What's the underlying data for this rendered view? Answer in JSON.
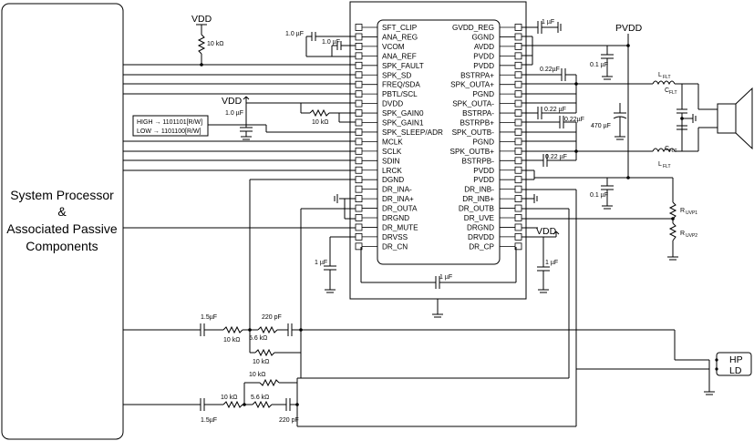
{
  "processor": {
    "line1": "System Processor",
    "line2": "&",
    "line3": "Associated Passive",
    "line4": "Components"
  },
  "chip": {
    "left_pins": [
      "SFT_CLIP",
      "ANA_REG",
      "VCOM",
      "ANA_REF",
      "SPK_FAULT",
      "SPK_SD",
      "FREQ/SDA",
      "PBTL/SCL",
      "DVDD",
      "SPK_GAIN0",
      "SPK_GAIN1",
      "SPK_SLEEP/ADR",
      "MCLK",
      "SCLK",
      "SDIN",
      "LRCK",
      "DGND",
      "DR_INA-",
      "DR_INA+",
      "DR_OUTA",
      "DRGND",
      "DR_MUTE",
      "DRVSS",
      "DR_CN"
    ],
    "right_pins": [
      "GVDD_REG",
      "GGND",
      "AVDD",
      "PVDD",
      "PVDD",
      "BSTRPA+",
      "SPK_OUTA+",
      "PGND",
      "SPK_OUTA-",
      "BSTRPA-",
      "BSTRPB+",
      "SPK_OUTB-",
      "PGND",
      "SPK_OUTB+",
      "BSTRPB-",
      "PVDD",
      "PVDD",
      "DR_INB-",
      "DR_INB+",
      "DR_OUTB",
      "DR_UVE",
      "DRGND",
      "DRVDD",
      "DR_CP"
    ]
  },
  "supplies": {
    "vdd": "VDD",
    "pvdd": "PVDD"
  },
  "address_note": {
    "high": "HIGH → 1101101[R/W]",
    "low": "LOW → 1101100[R/W]"
  },
  "components": {
    "r_vdd_pullup": "10 kΩ",
    "c_anareg": "1.0 µF",
    "c_vcom": "1.0 µF",
    "c_dvdd": "1.0 µF",
    "r_gain": "10 kΩ",
    "c_gvdd": "1 µF",
    "c_pvdd_top": "0.1 µF",
    "c_bstrpa_p": "0.22µF",
    "c_bstrpa_m": "0.22 µF",
    "c_bstrpb_p": "0.22µF",
    "c_bstrpb_m": "0.22 µF",
    "c_bulk": "470 µF",
    "c_pvdd_bot": "0.1 µF",
    "l_top": "L",
    "l_top_sub": "FLT",
    "c_top": "C",
    "c_top_sub": "FLT",
    "l_bot": "L",
    "l_bot_sub": "FLT",
    "c_bot": "C",
    "c_bot_sub": "FLT",
    "r_uvp1": "R",
    "r_uvp1_sub": "UVP1",
    "r_uvp2": "R",
    "r_uvp2_sub": "UVP2",
    "c_drvss": "1 µF",
    "c_cn_cp": "1 µF",
    "c_drvdd": "1 µF",
    "a_c_in": "1.5µF",
    "a_r_in": "10 kΩ",
    "a_r_mid": "5.6 kΩ",
    "a_c_ff": "220 pF",
    "a_r_fb": "10 kΩ",
    "b_r_fb": "10 kΩ",
    "b_r_in": "10 kΩ",
    "b_r_mid": "5.6 kΩ",
    "b_c_in": "1.5µF",
    "b_c_ff": "220 pF"
  },
  "headphone": {
    "hp": "HP",
    "ld": "LD"
  }
}
